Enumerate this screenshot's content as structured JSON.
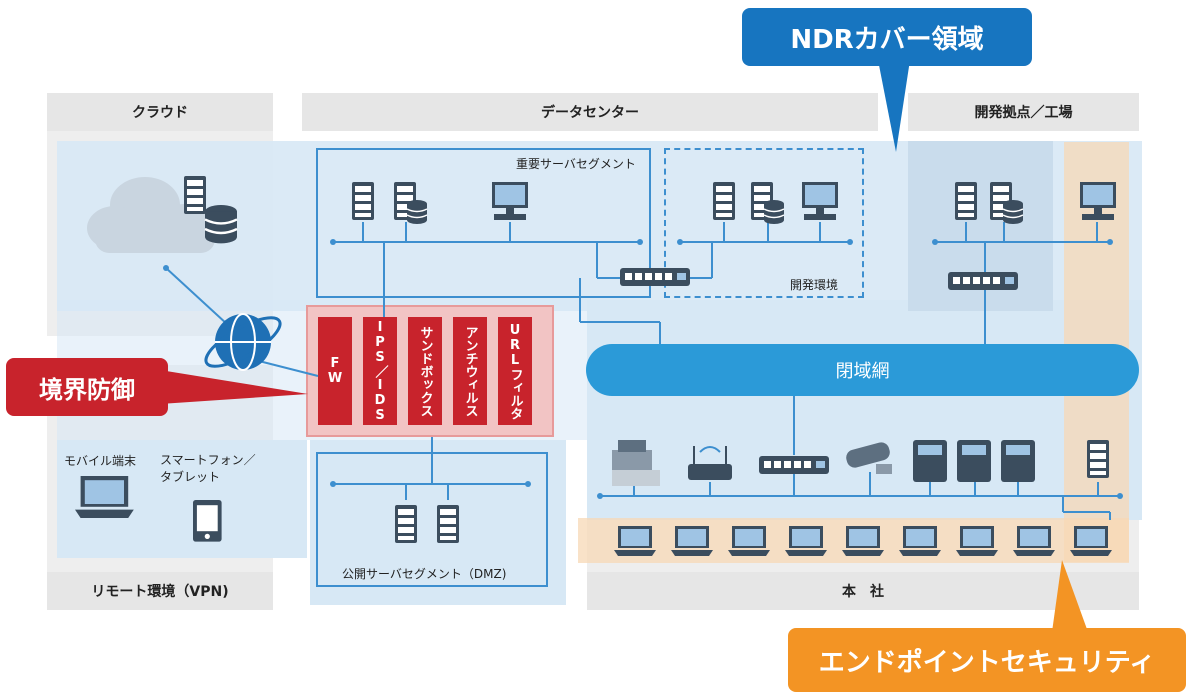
{
  "zones": {
    "cloud": "クラウド",
    "datacenter": "データセンター",
    "dev_site": "開発拠点／工場",
    "remote": "リモート環境（VPN)",
    "hq": "本　社"
  },
  "segments": {
    "important_server": "重要サーバセグメント",
    "dev_env": "開発環境",
    "public_server": "公開サーバセグメント（DMZ)"
  },
  "closed_network": "閉域網",
  "perimeter_items": [
    "FW",
    "IPS／IDS",
    "サンドボックス",
    "アンチウィルス",
    "URLフィルタ"
  ],
  "remote_devices": {
    "mobile": "モバイル端末",
    "smartphone": "スマートフォン／タブレット"
  },
  "callouts": {
    "ndr": "NDRカバー領域",
    "perimeter": "境界防御",
    "endpoint": "エンドポイントセキュリティ"
  },
  "colors": {
    "ndr_blue": "#1775c0",
    "perimeter_red": "#c8232c",
    "endpoint_orange": "#f39424",
    "closed_network_blue": "#2b9ad8",
    "ndr_area": "#d7e8f5"
  }
}
